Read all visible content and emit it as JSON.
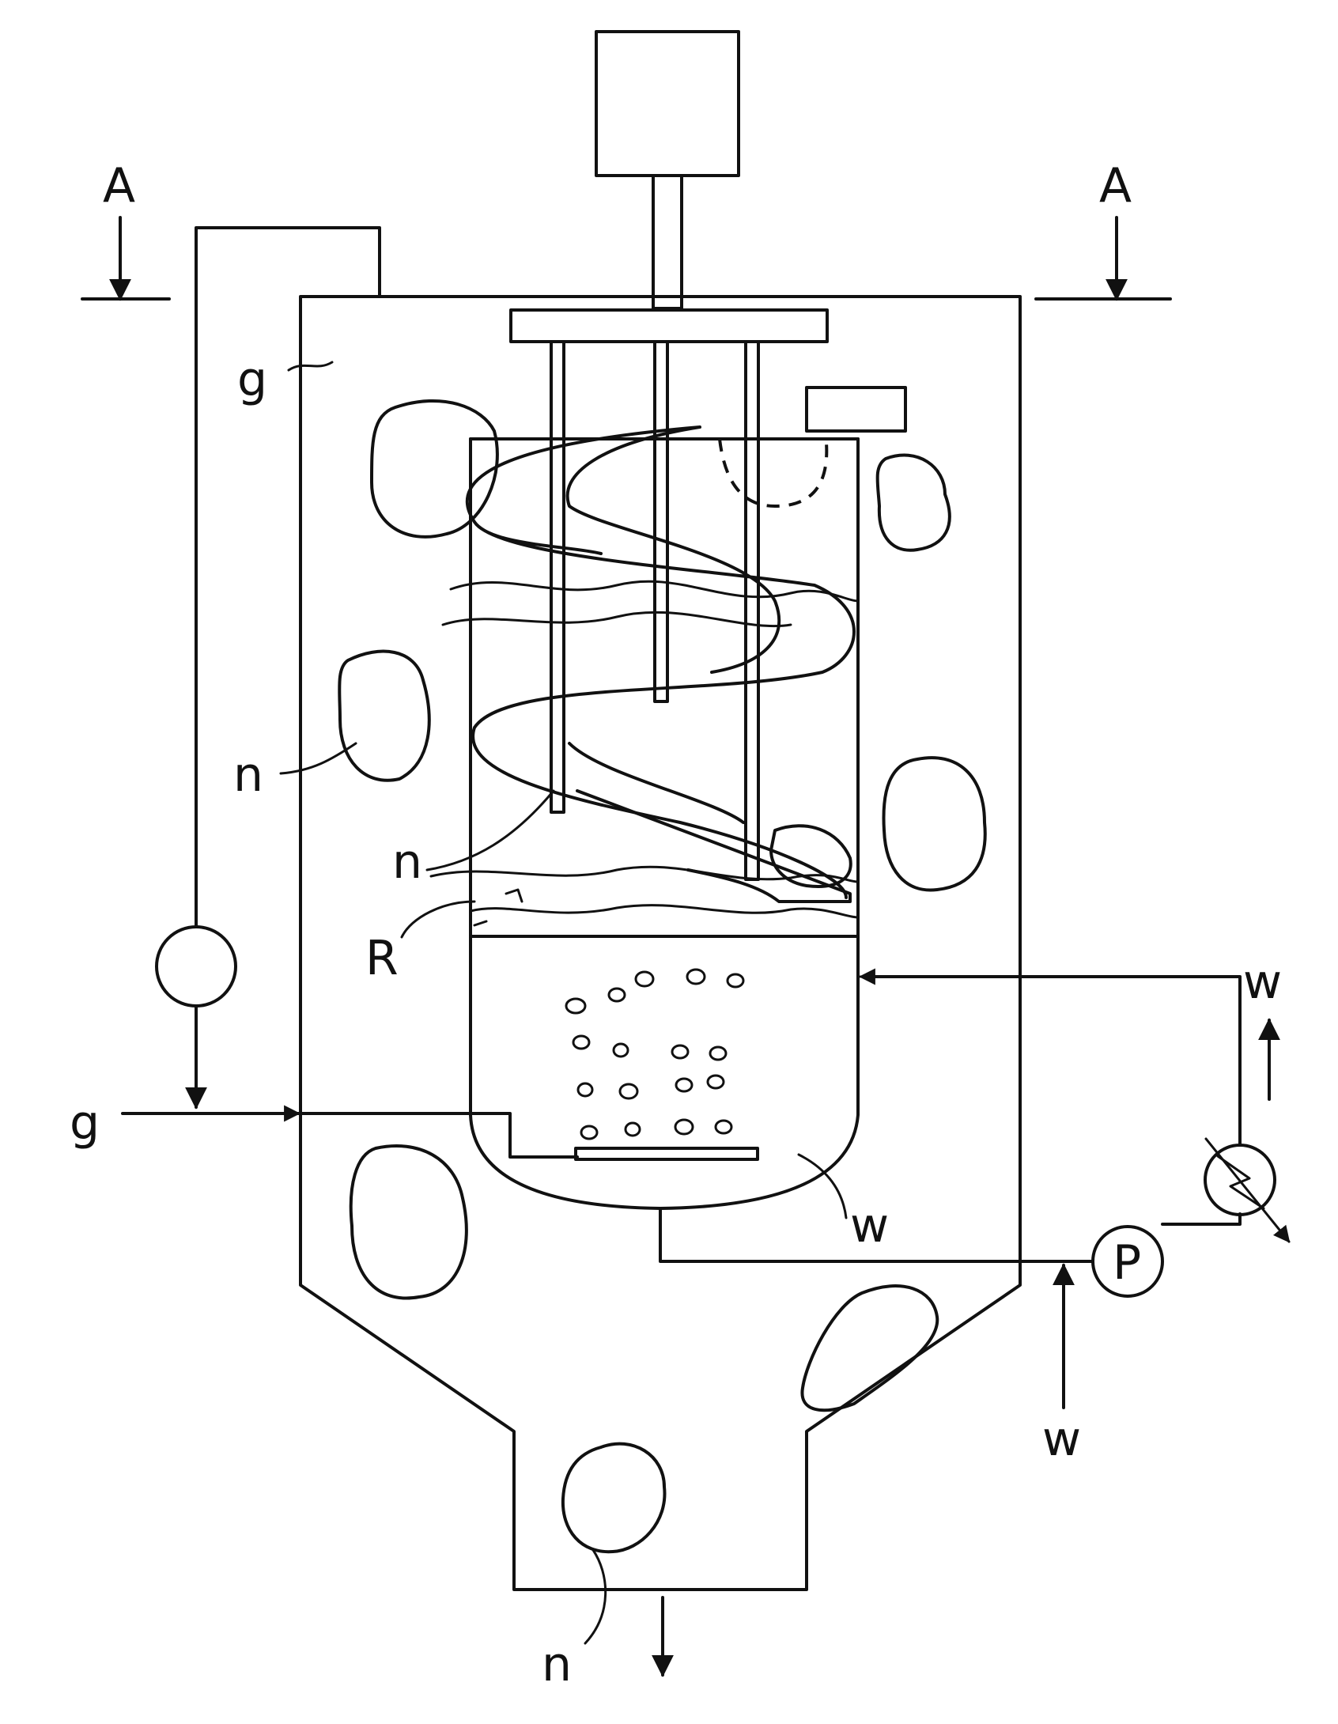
{
  "diagram": {
    "labels": {
      "section_left": "A",
      "section_right": "A",
      "gas_top": "g",
      "gas_inlet": "g",
      "nodule_left": "n",
      "nodule_inner": "n",
      "nodule_outlet": "n",
      "reaction_layer": "R",
      "water_right": "w",
      "water_inner": "w",
      "water_inlet": "w",
      "pump": "P"
    }
  }
}
